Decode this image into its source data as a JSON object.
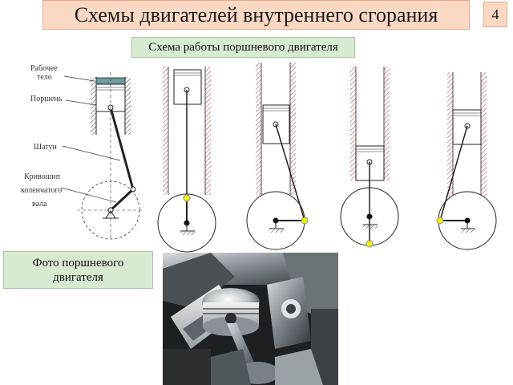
{
  "header": {
    "title": "Схемы двигателей внутреннего сгорания",
    "page_number": "4"
  },
  "scheme": {
    "title": "Схема работы поршневого двигателя"
  },
  "photo": {
    "title": "Фото поршневого двигателя"
  },
  "labels": {
    "working_body_1": "Рабочее",
    "working_body_2": "тело",
    "piston": "Поршень",
    "rod": "Шатун",
    "crank_1": "Кривошип",
    "crank_2": "коленчатого",
    "crank_3": "вала"
  },
  "colors": {
    "title_bg": "#fbd8c4",
    "caption_bg": "#d9ead3",
    "cylinder_hatch": "#c0504d",
    "joint": "#f2f20a"
  }
}
